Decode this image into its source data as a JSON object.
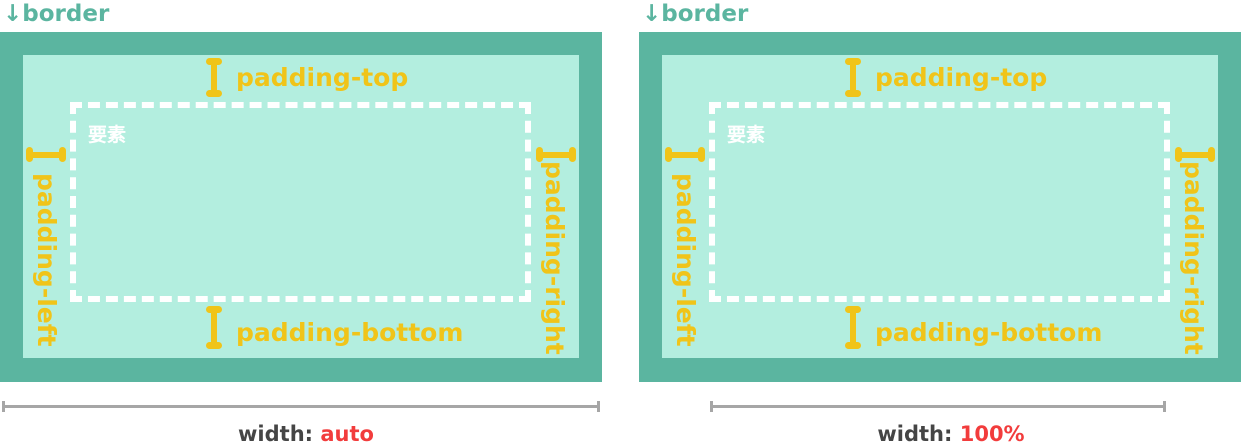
{
  "panels": [
    {
      "border_label": "↓border",
      "element_label": "要素",
      "padding_top": "padding-top",
      "padding_bottom": "padding-bottom",
      "padding_left": "padding-left",
      "padding_right": "padding-right",
      "width_prefix": "width: ",
      "width_value": "auto"
    },
    {
      "border_label": "↓border",
      "element_label": "要素",
      "padding_top": "padding-top",
      "padding_bottom": "padding-bottom",
      "padding_left": "padding-left",
      "padding_right": "padding-right",
      "width_prefix": "width: ",
      "width_value": "100%"
    }
  ],
  "colors": {
    "border": "#5bb5a0",
    "padding": "#b3eedf",
    "padding_marker": "#f0c419",
    "element_outline": "#ffffff",
    "measure_line": "#a6a6a6",
    "width_value": "#f23c3c"
  }
}
